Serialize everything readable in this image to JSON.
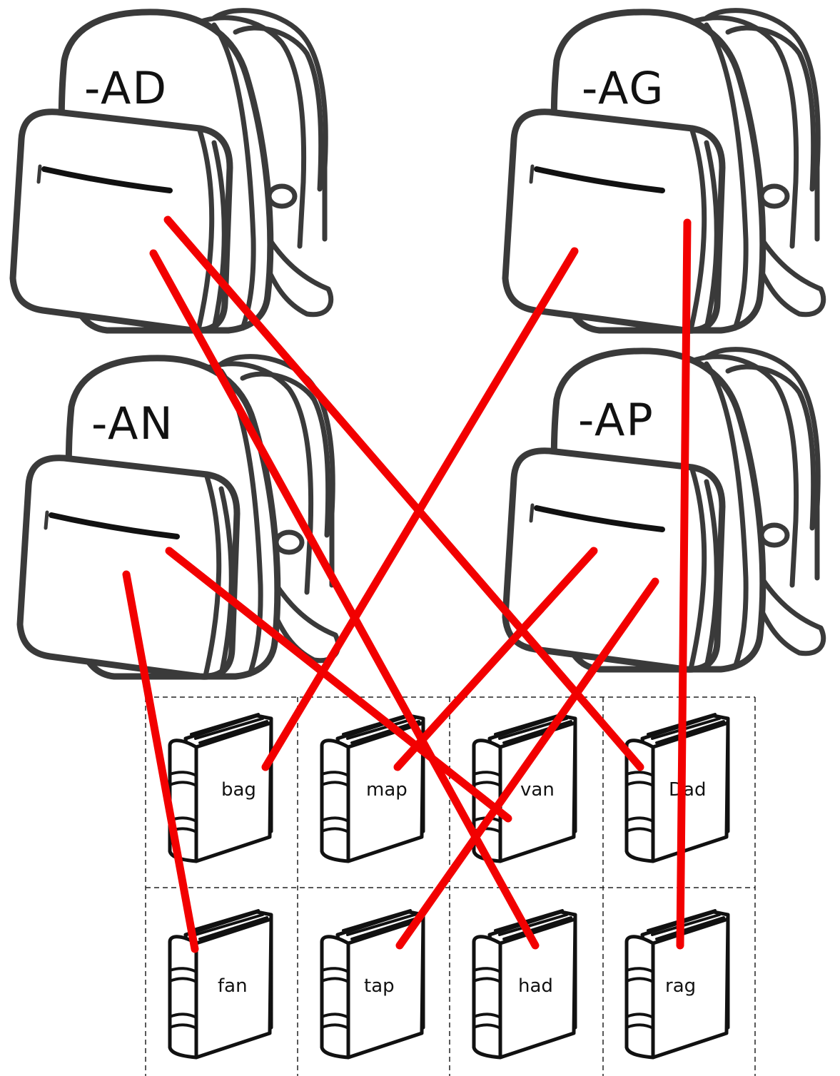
{
  "backpacks": [
    {
      "id": "ad",
      "label": "-AD"
    },
    {
      "id": "ag",
      "label": "-AG"
    },
    {
      "id": "an",
      "label": "-AN"
    },
    {
      "id": "ap",
      "label": "-AP"
    }
  ],
  "books": [
    {
      "id": "bag",
      "word": "bag"
    },
    {
      "id": "map",
      "word": "map"
    },
    {
      "id": "van",
      "word": "van"
    },
    {
      "id": "dad",
      "word": "Dad"
    },
    {
      "id": "fan",
      "word": "fan"
    },
    {
      "id": "tap",
      "word": "tap"
    },
    {
      "id": "had",
      "word": "had"
    },
    {
      "id": "rag",
      "word": "rag"
    }
  ],
  "matches": [
    {
      "from": "ad",
      "to": "dad"
    },
    {
      "from": "ad",
      "to": "had"
    },
    {
      "from": "ag",
      "to": "bag"
    },
    {
      "from": "ag",
      "to": "rag"
    },
    {
      "from": "an",
      "to": "fan"
    },
    {
      "from": "an",
      "to": "van"
    },
    {
      "from": "ap",
      "to": "map"
    },
    {
      "from": "ap",
      "to": "tap"
    }
  ],
  "colors": {
    "match_line": "#f20000",
    "backpack_outline": "#3a3a3a",
    "book_outline": "#111111"
  }
}
